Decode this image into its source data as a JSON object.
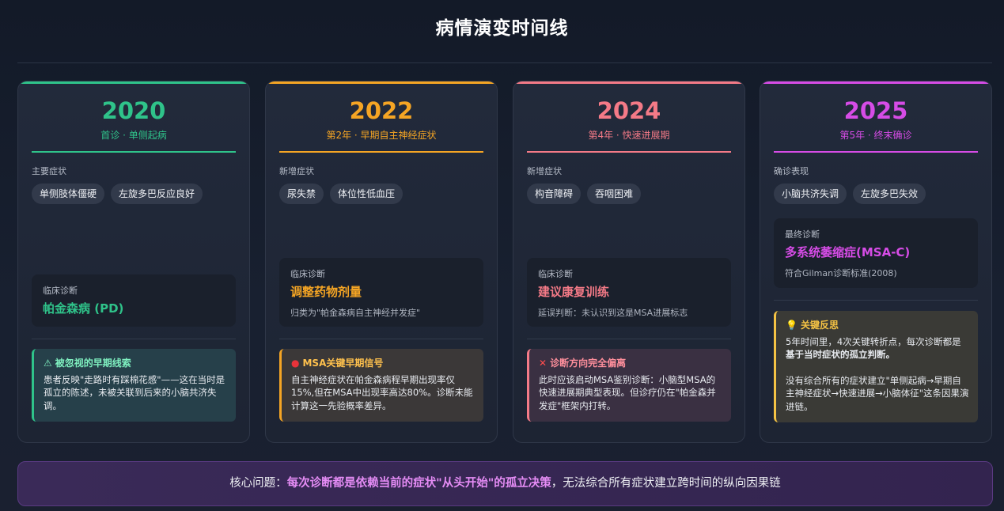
{
  "title": "病情演变时间线",
  "colors": {
    "green": "#2fc38a",
    "orange": "#f5a524",
    "pink": "#f47a87",
    "purple": "#d64ce6",
    "yellow": "#f5c344"
  },
  "cards": [
    {
      "year": "2020",
      "subtitle": "首诊 · 单侧起病",
      "section_label": "主要症状",
      "tags": [
        "单侧肢体僵硬",
        "左旋多巴反应良好"
      ],
      "diag_label": "临床诊断",
      "diag_value": "帕金森病 (PD)",
      "diag_note": "",
      "alert_icon": "warning-icon",
      "alert_icon_char": "⚠",
      "alert_title": "被忽视的早期线索",
      "alert_text": "患者反映\"走路时有踩棉花感\"——这在当时是孤立的陈述，未被关联到后来的小脑共济失调。"
    },
    {
      "year": "2022",
      "subtitle": "第2年 · 早期自主神经症状",
      "section_label": "新增症状",
      "tags": [
        "尿失禁",
        "体位性低血压"
      ],
      "diag_label": "临床诊断",
      "diag_value": "调整药物剂量",
      "diag_note": "归类为\"帕金森病自主神经并发症\"",
      "alert_icon": "red-circle-icon",
      "alert_icon_char": "●",
      "alert_title": "MSA关键早期信号",
      "alert_text": "自主神经症状在帕金森病程早期出现率仅15%,但在MSA中出现率高达80%。诊断未能计算这一先验概率差异。"
    },
    {
      "year": "2024",
      "subtitle": "第4年 · 快速进展期",
      "section_label": "新增症状",
      "tags": [
        "构音障碍",
        "吞咽困难"
      ],
      "diag_label": "临床诊断",
      "diag_value": "建议康复训练",
      "diag_note": "延误判断：未认识到这是MSA进展标志",
      "alert_icon": "cross-icon",
      "alert_icon_char": "✕",
      "alert_title": "诊断方向完全偏离",
      "alert_text": "此时应该启动MSA鉴别诊断：小脑型MSA的快速进展期典型表现。但诊疗仍在\"帕金森并发症\"框架内打转。"
    },
    {
      "year": "2025",
      "subtitle": "第5年 · 终末确诊",
      "section_label": "确诊表现",
      "tags": [
        "小脑共济失调",
        "左旋多巴失效"
      ],
      "diag_label": "最终诊断",
      "diag_value": "多系统萎缩症(MSA-C)",
      "diag_note": "符合Gilman诊断标准(2008)",
      "alert_icon": "lightbulb-icon",
      "alert_icon_char": "💡",
      "alert_title": "关键反思",
      "alert_text_1": "5年时间里，4次关键转折点，每次诊断都是",
      "alert_text_1b": "基于当时症状的孤立判断。",
      "alert_text_2": "没有综合所有的症状建立\"单侧起病→早期自主神经症状→快速进展→小脑体征\"这条因果演进链。"
    }
  ],
  "bottom": {
    "prefix": "核心问题：",
    "highlight": "每次诊断都是依赖当前的症状\"从头开始\"的孤立决策",
    "suffix": "，无法综合所有症状建立跨时间的纵向因果链"
  }
}
